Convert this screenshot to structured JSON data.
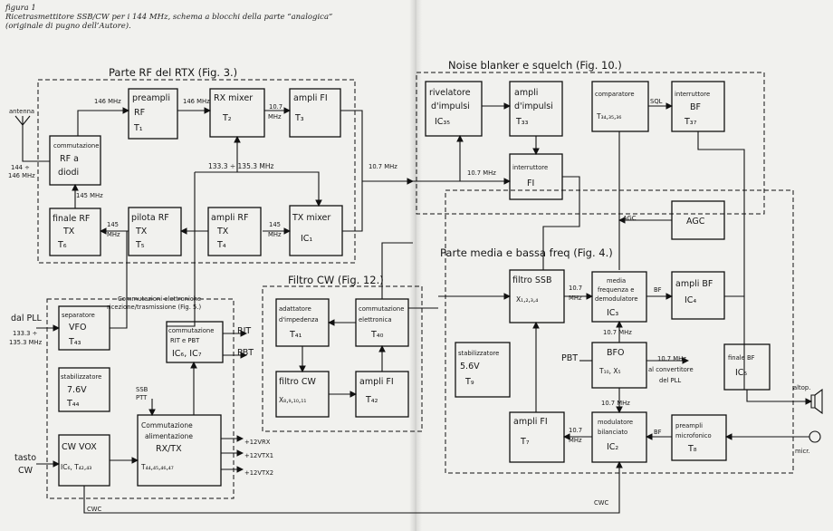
{
  "caption": {
    "figure": "figura 1",
    "line1": "Ricetrasmettitore SSB/CW per i 144 MHz, schema a blocchi della parte “analogica”",
    "line2": "(originale di pugno dell’Autore)."
  },
  "sections": {
    "rf": "Parte RF del RTX (Fig. 3.)",
    "noise": "Noise blanker e squelch (Fig. 10.)",
    "media": "Parte media e bassa freq (Fig. 4.)",
    "filtro": "Filtro CW (Fig. 12.)",
    "commut": "Commutazioni elettroniche",
    "commut2": "ricezione/trasmissione (Fig. 5.)"
  },
  "blocks": {
    "commut_rf": [
      "commutazione",
      "RF a",
      "diodi"
    ],
    "preampli_rf": [
      "preampli",
      "RF",
      "T₁"
    ],
    "rx_mixer": [
      "RX mixer",
      "T₂"
    ],
    "ampli_fi_t3": [
      "ampli FI",
      "T₃"
    ],
    "finale_rf": [
      "finale RF",
      "TX",
      "T₆"
    ],
    "pilota_rf": [
      "pilota RF",
      "TX",
      "T₅"
    ],
    "ampli_rf_t4": [
      "ampli RF",
      "TX",
      "T₄"
    ],
    "tx_mixer": [
      "TX mixer",
      "IC₁"
    ],
    "rivelatore": [
      "rivelatore",
      "d'impulsi",
      "IC₃₅"
    ],
    "ampli_impulsi": [
      "ampli",
      "d'impulsi",
      "T₃₃"
    ],
    "comparatore": [
      "comparatore",
      "T₃₄,₃₅,₃₆"
    ],
    "interruttore_bf": [
      "interruttore",
      "BF",
      "T₃₇"
    ],
    "interruttore_fi": [
      "interruttore",
      "FI"
    ],
    "agc": [
      "AGC"
    ],
    "filtro_ssb": [
      "filtro SSB",
      "X₁,₂,₃,₄"
    ],
    "media_freq": [
      "media",
      "frequenza e",
      "demodulatore",
      "IC₃"
    ],
    "ampli_bf": [
      "ampli BF",
      "IC₄"
    ],
    "stabilizzatore_t9": [
      "stabilizzatore",
      "5.6V",
      "T₉"
    ],
    "bfo": [
      "BFO",
      "T₁₀, X₅"
    ],
    "finale_bf": [
      "finale BF",
      "IC₅"
    ],
    "ampli_fi_t7": [
      "ampli FI",
      "T₇"
    ],
    "modulatore": [
      "modulatore",
      "bilanciato",
      "IC₂"
    ],
    "preampli_mic": [
      "preampli",
      "microfonico",
      "T₈"
    ],
    "adattatore": [
      "adattatore",
      "d'impedenza",
      "T₄₁"
    ],
    "commut_elet": [
      "commutazione",
      "elettronica",
      "T₄₀"
    ],
    "filtro_cw": [
      "filtro CW",
      "X₈,₉,₁₀,₁₁"
    ],
    "ampli_fi_t42": [
      "ampli FI",
      "T₄₂"
    ],
    "separatore": [
      "separatore",
      "VFO",
      "T₄₃"
    ],
    "commut_rit": [
      "commutazione",
      "RIT e PBT",
      "IC₆, IC₇"
    ],
    "stabilizzatore_t44": [
      "stabilizzatore",
      "7.6V",
      "T₄₄"
    ],
    "commut_alim": [
      "Commutazione",
      "alimentazione",
      "RX/TX",
      "T₄₄,₄₅,₄₆,₄₇"
    ],
    "cw_vox": [
      "CW VOX",
      "IC₆, T₄₂,₄₃"
    ]
  },
  "labels": {
    "antenna": "antenna",
    "f144_a": "144 ÷",
    "f144_b": "146 MHz",
    "f146_1": "146 MHz",
    "f146_2": "146 MHz",
    "f107_a": "10.7",
    "f107_b": "MHz",
    "f145": "145 MHz",
    "f145b_a": "145",
    "f145b_b": "MHz",
    "f145c_a": "145",
    "f145c_b": "MHz",
    "lo": "133.3 ÷ 135.3 MHz",
    "if_mid": "10.7 MHz",
    "if_noise": "10.7 MHz",
    "sql": "SQL",
    "agc_in": "AGC",
    "if_ssb_a": "10.7",
    "if_ssb_b": "MHz",
    "bf1": "BF",
    "if_bfo": "10.7 MHz",
    "pbt": "PBT",
    "bfo_out_a": "10.7 MHz",
    "bfo_out_b": "al convertitore",
    "bfo_out_c": "del PLL",
    "if_mod": "10.7 MHz",
    "if_t7_a": "10.7",
    "if_t7_b": "MHz",
    "bf2": "BF",
    "altop": "altop.",
    "micr": "micr.",
    "dal_pll": "dal PLL",
    "pll_a": "133.3 ÷",
    "pll_b": "135.3 MHz",
    "rit": "RIT",
    "pbt2": "PBT",
    "ssb": "SSB",
    "ptt": "PTT",
    "v12rx": "+12VRX",
    "v12tx1": "+12VTX1",
    "v12tx2": "+12VTX2",
    "tasto_a": "tasto",
    "tasto_b": "CW",
    "cwc1": "CWC",
    "cwc2": "CWC"
  }
}
